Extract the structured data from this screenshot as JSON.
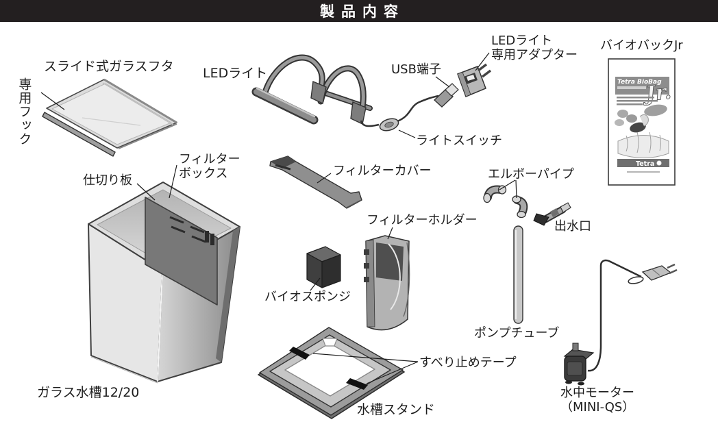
{
  "header": {
    "title": "製品内容",
    "bg_color": "#231f20",
    "fg_color": "#ffffff"
  },
  "labels": {
    "glass_lid": "スライド式ガラスフタ",
    "hook": "専用フック",
    "led_light": "LEDライト",
    "usb": "USB端子",
    "adapter_line1": "LEDライト",
    "adapter_line2": "専用アダプター",
    "biobag": "バイオバックJr",
    "light_switch": "ライトスイッチ",
    "filter_cover": "フィルターカバー",
    "elbow_pipe": "エルボーパイプ",
    "partition": "仕切り板",
    "filter_box_line1": "フィルター",
    "filter_box_line2": "ボックス",
    "filter_holder": "フィルターホルダー",
    "outlet": "出水口",
    "bio_sponge": "バイオスポンジ",
    "pump_tube": "ポンプチューブ",
    "anti_slip": "すべり止めテープ",
    "tank": "ガラス水槽12/20",
    "stand": "水槽スタンド",
    "motor_line1": "水中モーター",
    "motor_line2": "（MINI-QS）"
  },
  "package": {
    "brand": "Tetra BioBag",
    "jr": "Jr.",
    "footer_logo": "Tetra"
  }
}
